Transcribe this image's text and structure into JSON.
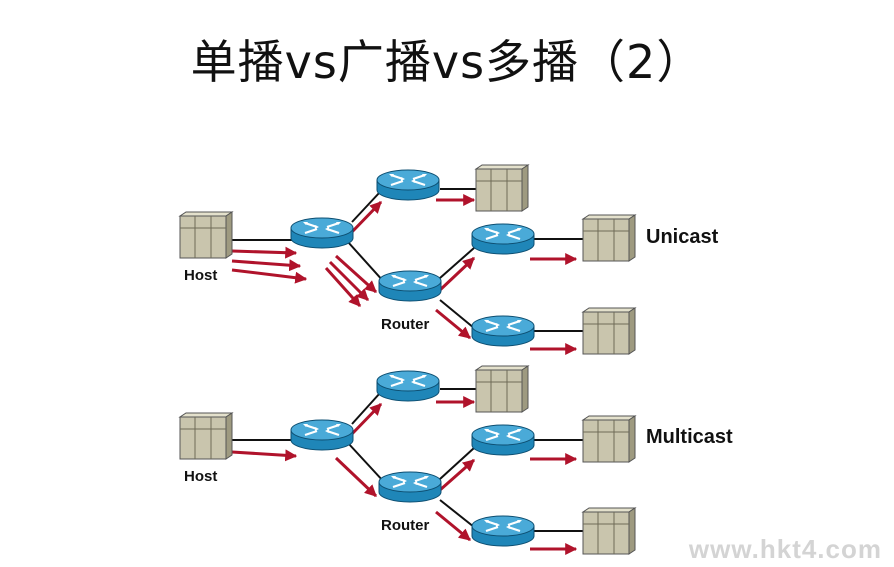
{
  "title": "单播vs广播vs多播（2）",
  "unicast": {
    "host_label": "Host",
    "router_label": "Router",
    "mode_label": "Unicast"
  },
  "multicast": {
    "host_label": "Host",
    "router_label": "Router",
    "mode_label": "Multicast"
  },
  "watermark": "www.hkt4.com",
  "colors": {
    "arrow": "#b0132b",
    "router_body": "#1f86b8",
    "router_top": "#47a8d6",
    "server": "#c9c5ad",
    "link": "#111111"
  }
}
